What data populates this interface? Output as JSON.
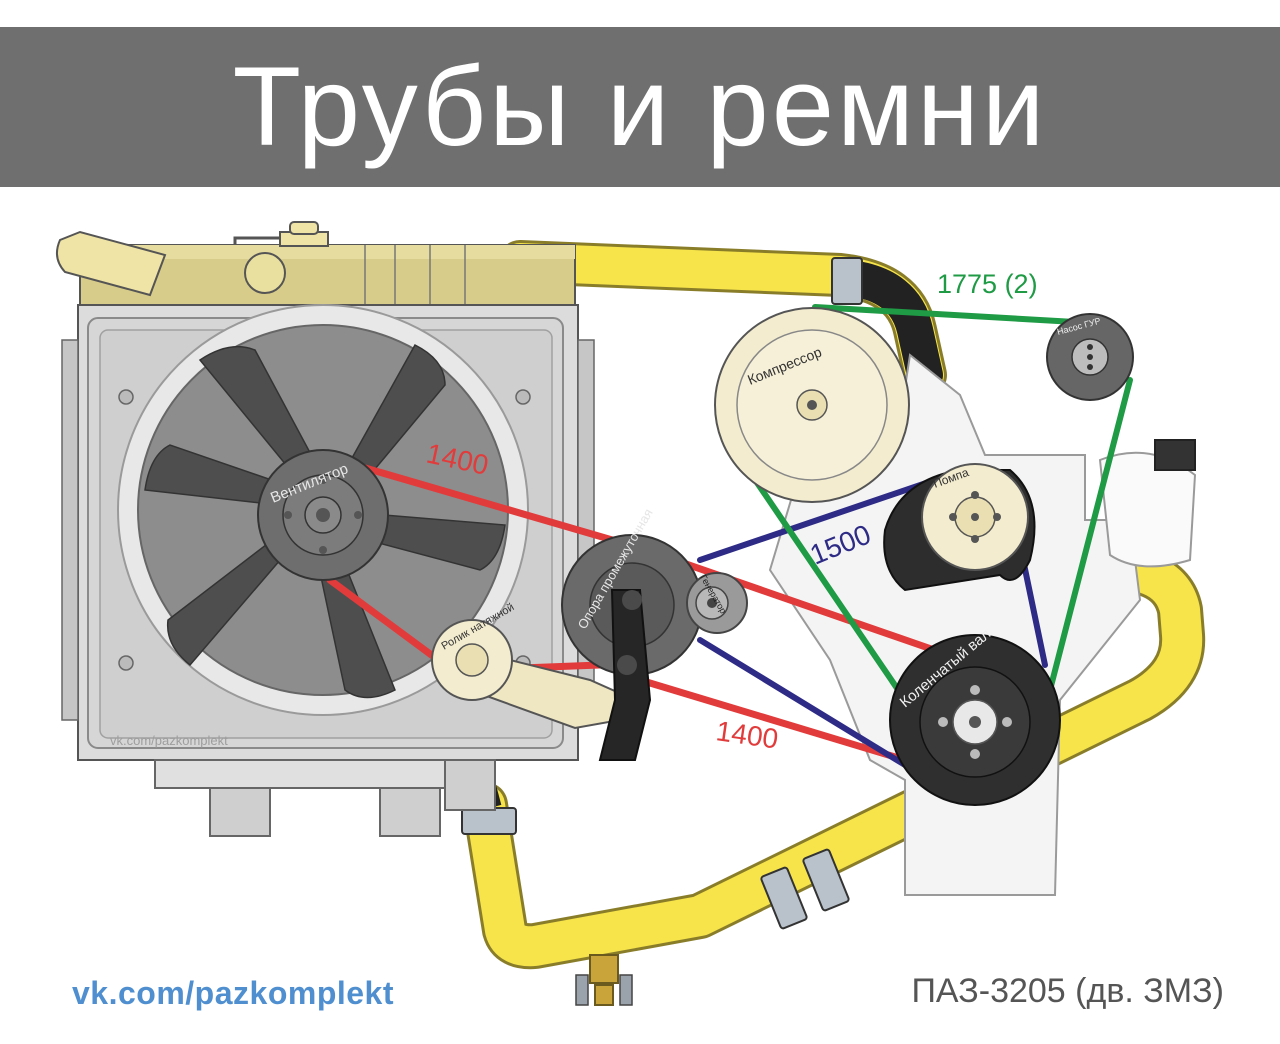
{
  "title": "Трубы и ремни",
  "footer": {
    "url": "vk.com/pazkomplekt",
    "model": "ПАЗ-3205 (дв. ЗМЗ)"
  },
  "watermark": "vk.com/pazkomplekt",
  "pulleys": {
    "fan": "Вентилятор",
    "tensioner": "Ролик натяжной",
    "intermediate": "Опора промежуточная",
    "generator": "Генератор",
    "compressor": "Компрессор",
    "steering_pump": "Насос ГУР",
    "water_pump": "Помпа",
    "crankshaft": "Коленчатый вал"
  },
  "belts": {
    "upper_red": "1400",
    "lower_red": "1400",
    "blue": "1500",
    "green": "1775 (2)"
  },
  "colors": {
    "title_bar": "#6f6f6f",
    "pipe": "#f6e44a",
    "belt_red": "#e23b3b",
    "belt_blue": "#2e2b86",
    "belt_green": "#1f9a45",
    "pulley_cream": "#f3eccf",
    "pulley_dark": "#3f3f3f",
    "url_blue": "#4f8fd0"
  }
}
